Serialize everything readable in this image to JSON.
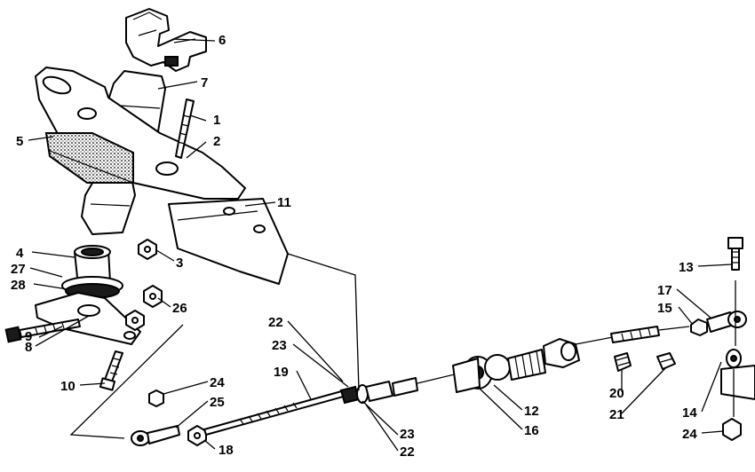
{
  "diagram": {
    "callouts": {
      "c1": "1",
      "c2": "2",
      "c3": "3",
      "c4": "4",
      "c5": "5",
      "c6": "6",
      "c7": "7",
      "c8": "8",
      "c9": "9",
      "c10": "10",
      "c11": "11",
      "c12": "12",
      "c13": "13",
      "c14": "14",
      "c15": "15",
      "c16": "16",
      "c17": "17",
      "c18": "18",
      "c19": "19",
      "c20": "20",
      "c21": "21",
      "c22a": "22",
      "c22b": "22",
      "c23a": "23",
      "c23b": "23",
      "c24a": "24",
      "c24b": "24",
      "c25": "25",
      "c26": "26",
      "c27": "27",
      "c28": "28"
    }
  }
}
